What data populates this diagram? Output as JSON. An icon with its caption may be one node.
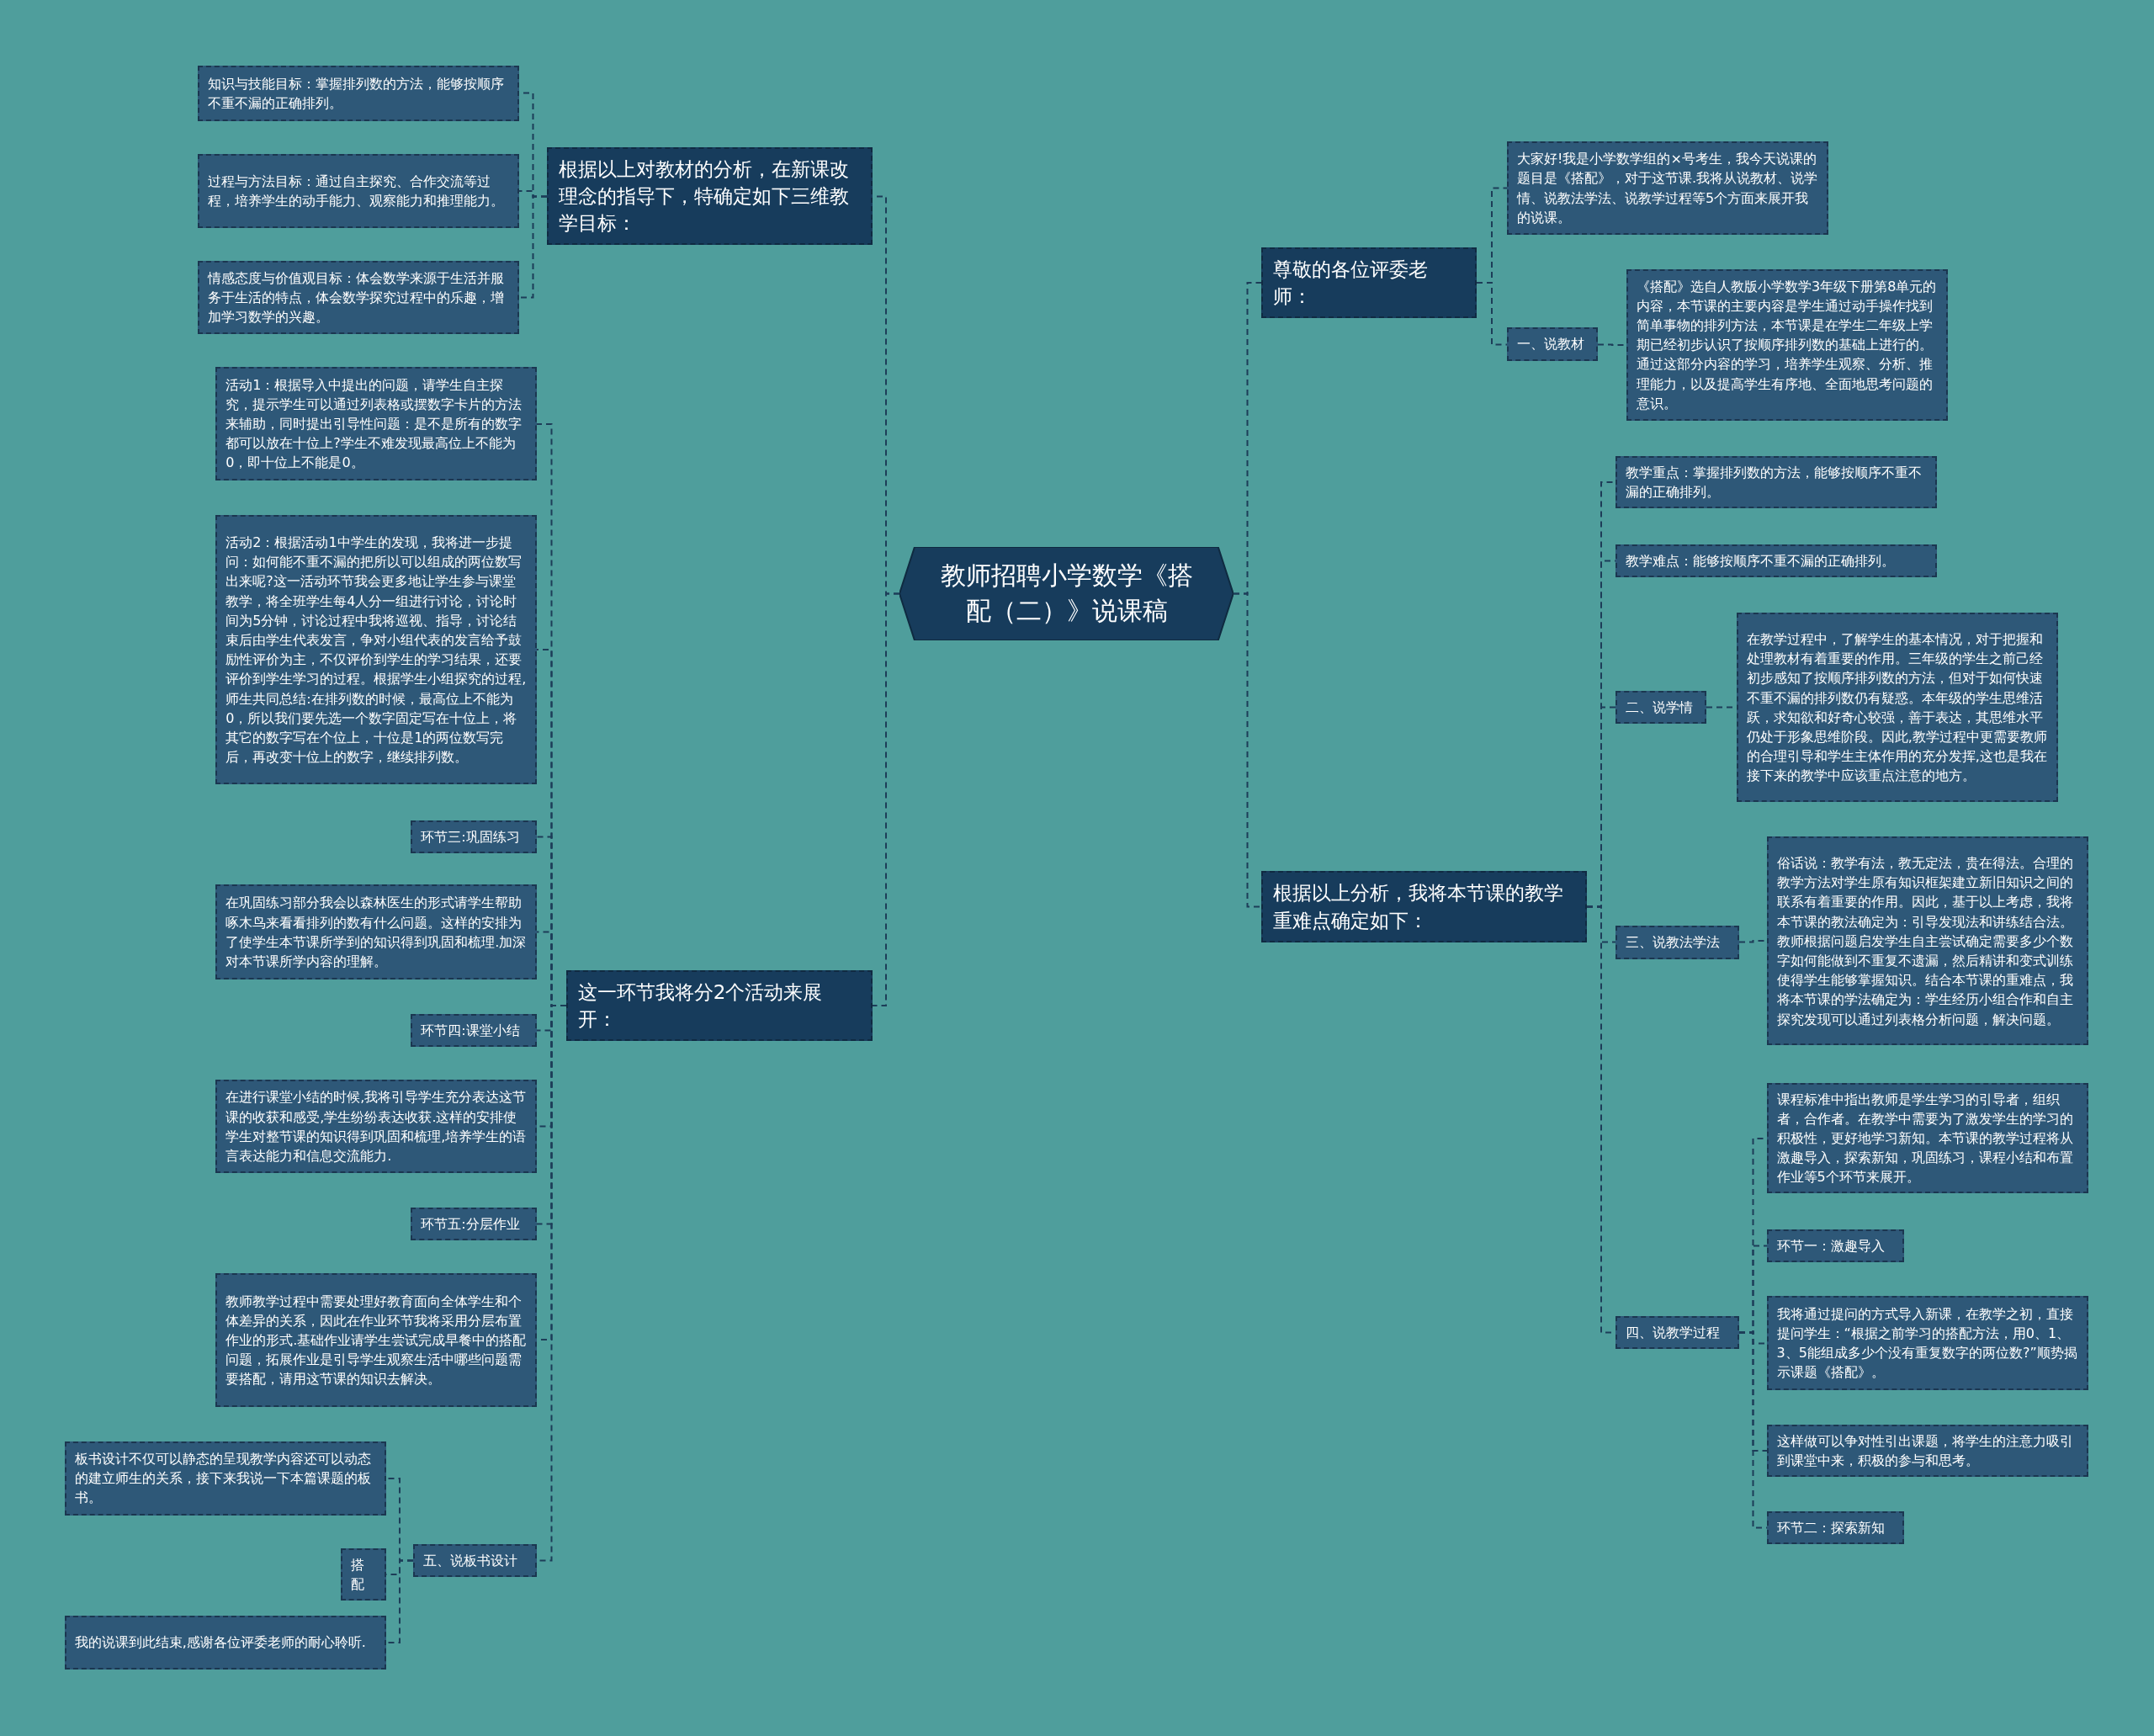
{
  "diagram": {
    "nodes": [
      {
        "text": [
          "教师招聘小学数学《搭配（二）》说课稿"
        ]
      },
      {
        "text": [
          "根据以上对教材的分析，在新课改理念的指导下，特确定如下三维教学目标："
        ]
      },
      {
        "text": [
          "知识与技能目标：掌握排列数的方法，能够按顺序不重不漏的正确排列。"
        ]
      },
      {
        "text": [
          "过程与方法目标：通过自主探究、合作交流等过程，培养学生的动手能力、观察能力和推理能力。"
        ]
      },
      {
        "text": [
          "情感态度与价值观目标：体会数学来源于生活并服务于生活的特点，体会数学探究过程中的乐趣，增加学习数学的兴趣。"
        ]
      },
      {
        "text": [
          "这一环节我将分2个活动来展开："
        ]
      },
      {
        "text": [
          "活动1：根据导入中提出的问题，请学生自主探究，提示学生可以通过列表格或摆数字卡片的方法来辅助，同时提出引导性问题：是不是所有的数字都可以放在十位上?学生不难发现最高位上不能为0，即十位上不能是0。"
        ]
      },
      {
        "text": [
          "活动2：根据活动1中学生的发现，我将进一步提问：如何能不重不漏的把所以可以组成的两位数写出来呢?这一活动环节我会更多地让学生参与课堂教学，将全班学生每4人分一组进行讨论，讨论时间为5分钟，讨论过程中我将巡视、指导，讨论结束后由学生代表发言，争对小组代表的发言给予鼓励性评价为主，不仅评价到学生的学习结果，还要评价到学生学习的过程。根据学生小组探究的过程,师生共同总结:在排列数的时候，最高位上不能为0，所以我们要先选一个数字固定写在十位上，将其它的数字写在个位上，十位是1的两位数写完后，再改变十位上的数字，继续排列数。"
        ]
      },
      {
        "text": [
          "环节三:巩固练习"
        ]
      },
      {
        "text": [
          "在巩固练习部分我会以森林医生的形式请学生帮助啄木鸟来看看排列的数有什么问题。这样的安排为了使学生本节课所学到的知识得到巩固和梳理.加深对本节课所学内容的理解。"
        ]
      },
      {
        "text": [
          "环节四:课堂小结"
        ]
      },
      {
        "text": [
          "在进行课堂小结的时候,我将引导学生充分表达这节课的收获和感受,学生纷纷表达收获.这样的安排使学生对整节课的知识得到巩固和梳理,培养学生的语言表达能力和信息交流能力."
        ]
      },
      {
        "text": [
          "环节五:分层作业"
        ]
      },
      {
        "text": [
          "教师教学过程中需要处理好教育面向全体学生和个体差异的关系，因此在作业环节我将采用分层布置作业的形式.基础作业请学生尝试完成早餐中的搭配问题，拓展作业是引导学生观察生活中哪些问题需要搭配，请用这节课的知识去解决。"
        ]
      },
      {
        "text": [
          "五、说板书设计"
        ]
      },
      {
        "text": [
          "板书设计不仅可以静态的呈现教学内容还可以动态的建立师生的关系，接下来我说一下本篇课题的板书。"
        ]
      },
      {
        "text": [
          "搭配"
        ]
      },
      {
        "text": [
          "我的说课到此结束,感谢各位评委老师的耐心聆听."
        ]
      },
      {
        "text": [
          "尊敬的各位评委老师："
        ]
      },
      {
        "text": [
          "大家好!我是小学数学组的×号考生，我今天说课的题目是《搭配》，对于这节课.我将从说教材、说学情、说教法学法、说教学过程等5个方面来展开我的说课。"
        ]
      },
      {
        "text": [
          "一、说教材"
        ]
      },
      {
        "text": [
          "《搭配》选自人教版小学数学3年级下册第8单元的内容，本节课的主要内容是学生通过动手操作找到简单事物的排列方法，本节课是在学生二年级上学期已经初步认识了按顺序排列数的基础上进行的。通过这部分内容的学习，培养学生观察、分析、推理能力，以及提高学生有序地、全面地思考问题的意识。"
        ]
      },
      {
        "text": [
          "根据以上分析，我将本节课的教学重难点确定如下："
        ]
      },
      {
        "text": [
          "教学重点：掌握排列数的方法，能够按顺序不重不漏的正确排列。"
        ]
      },
      {
        "text": [
          "教学难点：能够按顺序不重不漏的正确排列。"
        ]
      },
      {
        "text": [
          "二、说学情"
        ]
      },
      {
        "text": [
          "在教学过程中，了解学生的基本情况，对于把握和处理教材有着重要的作用。三年级的学生之前己经初步感知了按顺序排列数的方法，但对于如何快速不重不漏的排列数仍有疑惑。本年级的学生思维活跃，求知欲和好奇心较强，善于表达，其思维水平仍处于形象思维阶段。因此,教学过程中更需要教师的合理引导和学生主体作用的充分发挥,这也是我在接下来的教学中应该重点注意的地方。"
        ]
      },
      {
        "text": [
          "三、说教法学法"
        ]
      },
      {
        "text": [
          "俗话说：教学有法，教无定法，贵在得法。合理的教学方法对学生原有知识框架建立新旧知识之间的联系有着重要的作用。因此，基于以上考虑，我将本节课的教法确定为：引导发现法和讲练结合法。教师根据问题启发学生自主尝试确定需要多少个数字如何能做到不重复不遗漏，然后精讲和变式训练使得学生能够掌握知识。结合本节课的重难点，我将本节课的学法确定为：学生经历小组合作和自主探究发现可以通过列表格分析问题，解决问题。"
        ]
      },
      {
        "text": [
          "四、说教学过程"
        ]
      },
      {
        "text": [
          "课程标准中指出教师是学生学习的引导者，组织者，合作者。在教学中需要为了激发学生的学习的积极性，更好地学习新知。本节课的教学过程将从激趣导入，探索新知，巩固练习，课程小结和布置作业等5个环节来展开。"
        ]
      },
      {
        "text": [
          "环节一：激趣导入"
        ]
      },
      {
        "text": [
          "我将通过提问的方式导入新课，在教学之初，直接提问学生：“根据之前学习的搭配方法，用0、1、3、5能组成多少个没有重复数字的两位数?”顺势揭示课题《搭配》。"
        ]
      },
      {
        "text": [
          "这样做可以争对性引出课题，将学生的注意力吸引到课堂中来，积极的参与和思考。"
        ]
      },
      {
        "text": [
          "环节二：探索新知"
        ]
      }
    ],
    "edges": [
      {
        "from": 0,
        "to": 1,
        "arrow": "none"
      },
      {
        "from": 1,
        "to": 2,
        "arrow": "none"
      },
      {
        "from": 1,
        "to": 3,
        "arrow": "none"
      },
      {
        "from": 1,
        "to": 4,
        "arrow": "none"
      },
      {
        "from": 0,
        "to": 5,
        "arrow": "none"
      },
      {
        "from": 5,
        "to": 6,
        "arrow": "none"
      },
      {
        "from": 5,
        "to": 7,
        "arrow": "none"
      },
      {
        "from": 5,
        "to": 8,
        "arrow": "none"
      },
      {
        "from": 5,
        "to": 9,
        "arrow": "none"
      },
      {
        "from": 5,
        "to": 10,
        "arrow": "none"
      },
      {
        "from": 5,
        "to": 11,
        "arrow": "none"
      },
      {
        "from": 5,
        "to": 12,
        "arrow": "none"
      },
      {
        "from": 5,
        "to": 13,
        "arrow": "none"
      },
      {
        "from": 5,
        "to": 14,
        "arrow": "none"
      },
      {
        "from": 14,
        "to": 15,
        "arrow": "none"
      },
      {
        "from": 14,
        "to": 16,
        "arrow": "none"
      },
      {
        "from": 14,
        "to": 17,
        "arrow": "none"
      },
      {
        "from": 0,
        "to": 18,
        "arrow": "none"
      },
      {
        "from": 18,
        "to": 19,
        "arrow": "none"
      },
      {
        "from": 18,
        "to": 20,
        "arrow": "none"
      },
      {
        "from": 20,
        "to": 21,
        "arrow": "none"
      },
      {
        "from": 0,
        "to": 22,
        "arrow": "none"
      },
      {
        "from": 22,
        "to": 23,
        "arrow": "none"
      },
      {
        "from": 22,
        "to": 24,
        "arrow": "none"
      },
      {
        "from": 22,
        "to": 25,
        "arrow": "none"
      },
      {
        "from": 25,
        "to": 26,
        "arrow": "none"
      },
      {
        "from": 22,
        "to": 27,
        "arrow": "none"
      },
      {
        "from": 27,
        "to": 28,
        "arrow": "none"
      },
      {
        "from": 22,
        "to": 29,
        "arrow": "none"
      },
      {
        "from": 29,
        "to": 30,
        "arrow": "none"
      },
      {
        "from": 29,
        "to": 31,
        "arrow": "none"
      },
      {
        "from": 29,
        "to": 32,
        "arrow": "none"
      },
      {
        "from": 29,
        "to": 33,
        "arrow": "none"
      },
      {
        "from": 29,
        "to": 34,
        "arrow": "none"
      }
    ]
  }
}
